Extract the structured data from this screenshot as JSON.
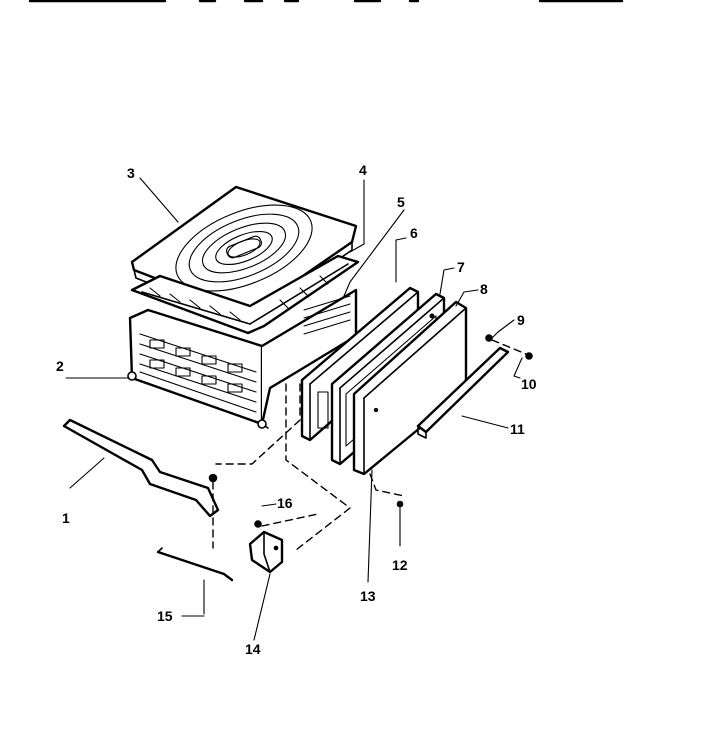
{
  "header_fragment": "",
  "labels": [
    {
      "id": "l1",
      "text": "1"
    },
    {
      "id": "l2",
      "text": "2"
    },
    {
      "id": "l3",
      "text": "3"
    },
    {
      "id": "l4",
      "text": "4"
    },
    {
      "id": "l5",
      "text": "5"
    },
    {
      "id": "l6",
      "text": "6"
    },
    {
      "id": "l7",
      "text": "7"
    },
    {
      "id": "l8",
      "text": "8"
    },
    {
      "id": "l9",
      "text": "9"
    },
    {
      "id": "l10",
      "text": "10"
    },
    {
      "id": "l11",
      "text": "11"
    },
    {
      "id": "l12",
      "text": "12"
    },
    {
      "id": "l13",
      "text": "13"
    },
    {
      "id": "l14",
      "text": "14"
    },
    {
      "id": "l15",
      "text": "15"
    },
    {
      "id": "l16",
      "text": "16"
    }
  ]
}
